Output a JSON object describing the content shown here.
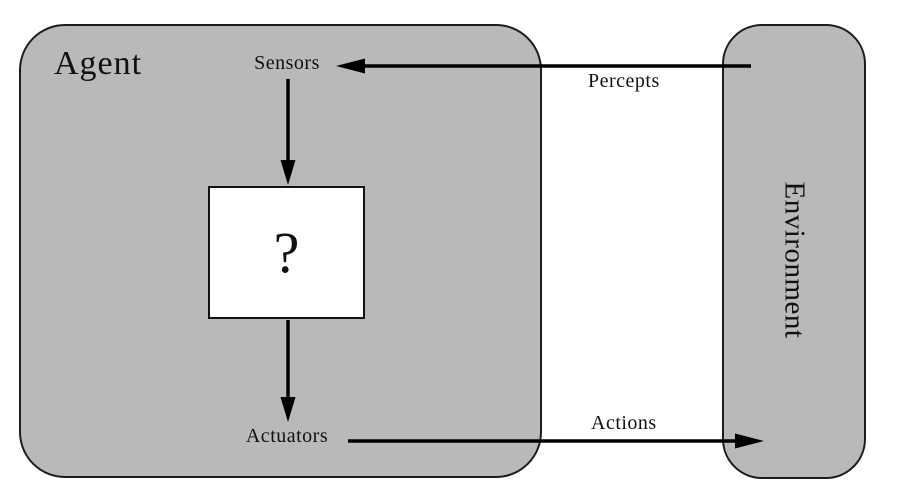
{
  "diagram": {
    "agent_label": "Agent",
    "environment_label": "Environment",
    "sensors_label": "Sensors",
    "actuators_label": "Actuators",
    "program_label": "?",
    "percepts_label": "Percepts",
    "actions_label": "Actions"
  },
  "colors": {
    "box_fill": "#b9b9b9",
    "box_border": "#1c1c1c",
    "program_box_fill": "#ffffff",
    "arrow": "#000000",
    "background": "#ffffff",
    "text": "#111111"
  }
}
